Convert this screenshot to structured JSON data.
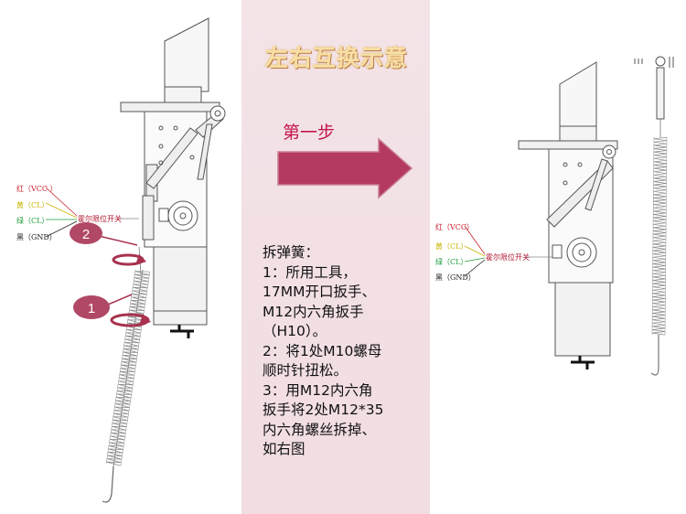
{
  "title": "左右互换示意",
  "step_label": "第一步",
  "instructions": [
    "拆弹簧：",
    "1：所用工具，",
    "17MM开口扳手、",
    "M12内六角扳手",
    "（H10）。",
    "2：将1处M10螺母",
    "顺时针扭松。",
    "3：用M12内六角",
    "扳手将2处M12*35",
    "内六角螺丝拆掉、",
    "如右图"
  ],
  "left_diagram": {
    "wires": [
      {
        "label": "红（VCC ）",
        "color": "#c8202a"
      },
      {
        "label": "黄（CL）",
        "color": "#c9b400"
      },
      {
        "label": "绿（CL）",
        "color": "#1f9a3a"
      },
      {
        "label": "黑（GND）",
        "color": "#222222"
      }
    ],
    "switch_label": "霍尔限位开关",
    "callouts": [
      {
        "number": "1"
      },
      {
        "number": "2"
      }
    ]
  },
  "right_diagram": {
    "wires": [
      {
        "label": "红（VCC）",
        "color": "#c8202a"
      },
      {
        "label": "黄（CL）",
        "color": "#c9b400"
      },
      {
        "label": "绿（CL）",
        "color": "#1f9a3a"
      },
      {
        "label": "黑（GND）",
        "color": "#222222"
      }
    ],
    "switch_label": "霍尔限位开关"
  },
  "colors": {
    "accent": "#b53a5f",
    "callout_fill": "#b04866",
    "band": "#f2e0e4"
  }
}
